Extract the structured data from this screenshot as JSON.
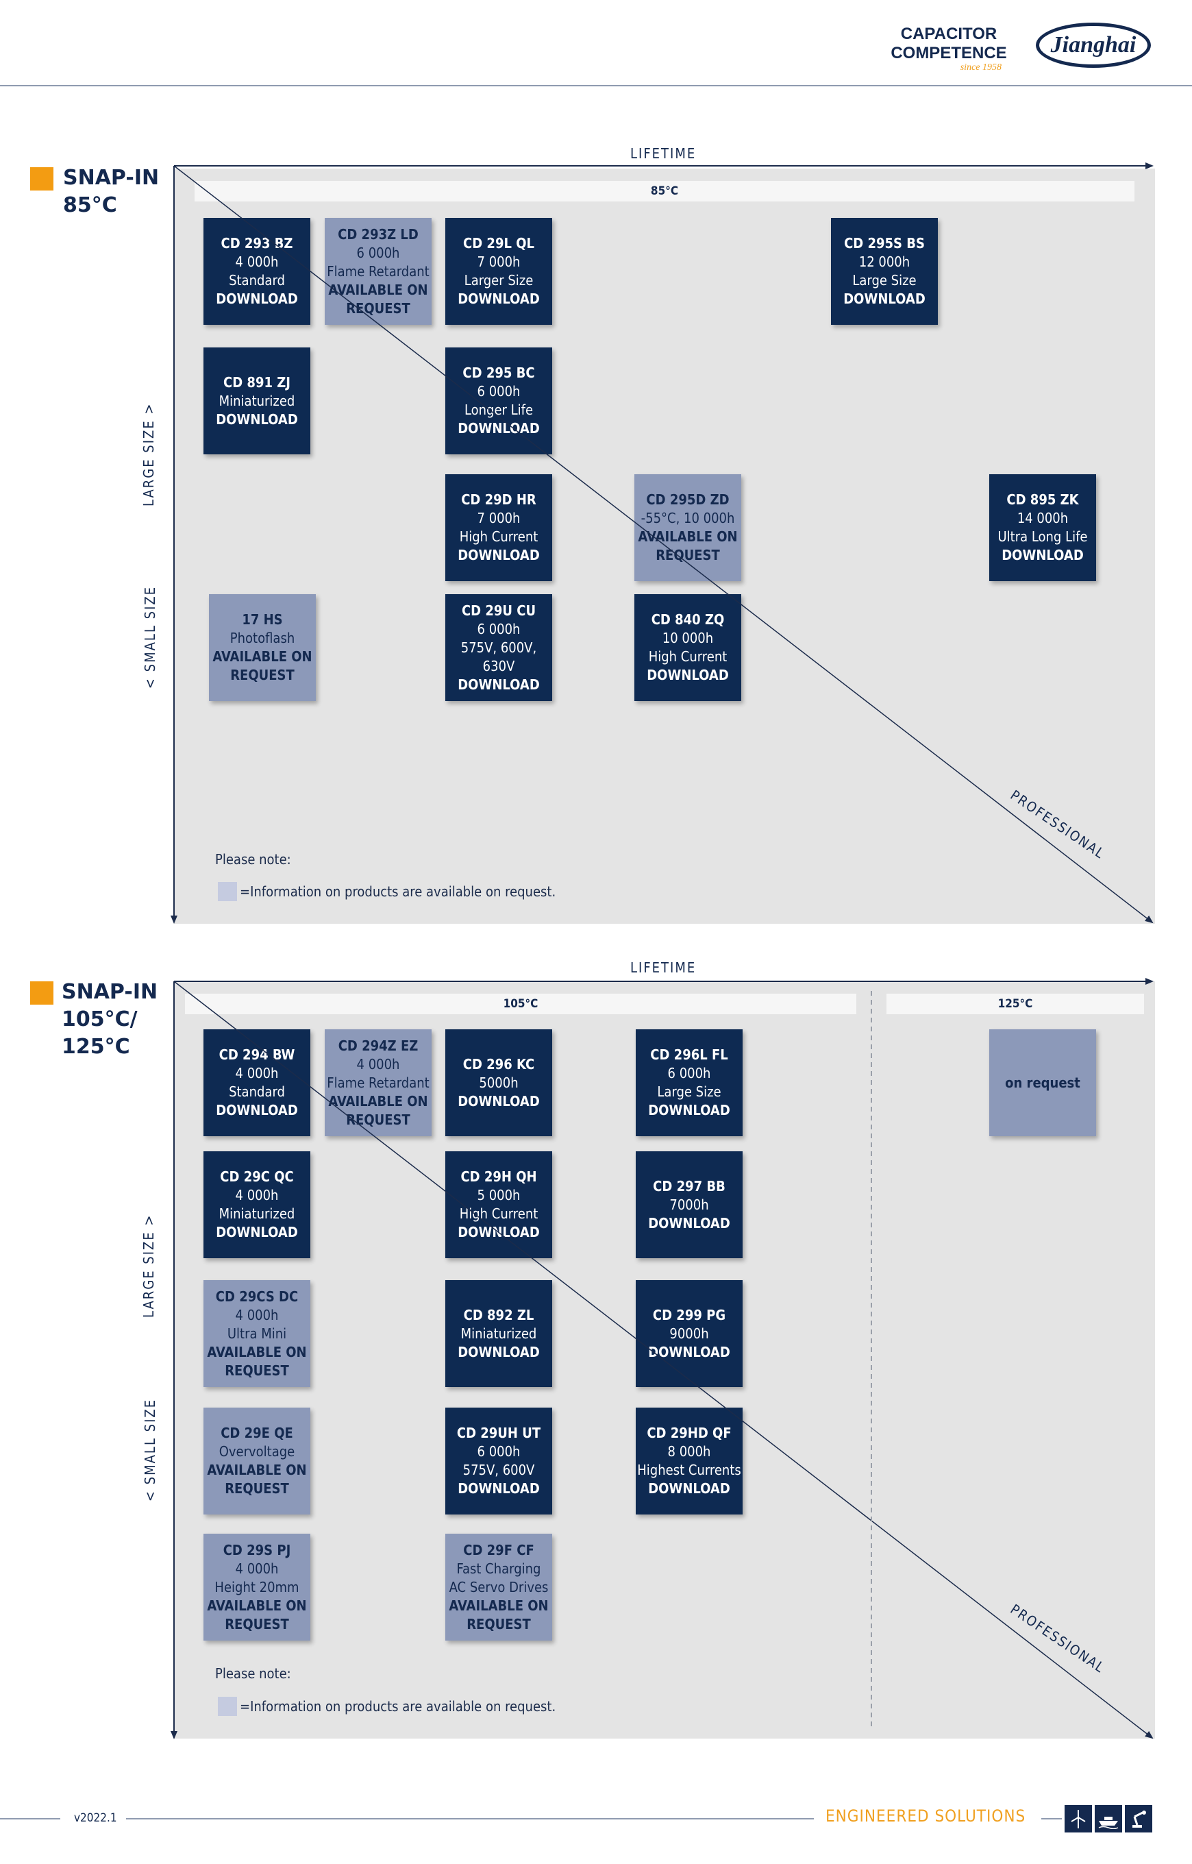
{
  "header": {
    "brand_line1": "CAPACITOR",
    "brand_line2": "COMPETENCE",
    "since": "since 1958",
    "logo_text": "Jianghai"
  },
  "sections": [
    {
      "title": "SNAP-IN\n85°C",
      "lifetime_label": "LIFETIME",
      "large_label": "LARGE  SIZE >",
      "small_label": "< SMALL SIZE",
      "professional_label": "PROFESSIONAL",
      "temps": [
        "85°C"
      ],
      "note": "Please note:",
      "legend": "=Information on products are available on request.",
      "cards": [
        {
          "style": "dark",
          "lines": [
            "CD 293 BZ",
            "4 000h",
            "Standard"
          ],
          "action": "DOWNLOAD"
        },
        {
          "style": "light",
          "lines": [
            "CD 293Z LD",
            "6 000h",
            "Flame Retardant"
          ],
          "action": "AVAILABLE ON REQUEST"
        },
        {
          "style": "dark",
          "lines": [
            "CD 29L QL",
            "7 000h",
            "Larger Size"
          ],
          "action": "DOWNLOAD"
        },
        {
          "style": "dark",
          "lines": [
            "CD 295S BS",
            "12 000h",
            "Large Size"
          ],
          "action": "DOWNLOAD"
        },
        {
          "style": "dark",
          "lines": [
            "CD 891 ZJ",
            "Miniaturized"
          ],
          "action": "DOWNLOAD"
        },
        {
          "style": "dark",
          "lines": [
            "CD 295 BC",
            "6 000h",
            "Longer Life"
          ],
          "action": "DOWNLOAD"
        },
        {
          "style": "dark",
          "lines": [
            "CD 29D HR",
            "7 000h",
            "High Current"
          ],
          "action": "DOWNLOAD"
        },
        {
          "style": "light",
          "lines": [
            "CD 295D ZD",
            "-55°C, 10 000h"
          ],
          "action": "AVAILABLE ON REQUEST"
        },
        {
          "style": "dark",
          "lines": [
            "CD 895 ZK",
            "14 000h",
            "Ultra Long Life"
          ],
          "action": "DOWNLOAD"
        },
        {
          "style": "light",
          "lines": [
            "17 HS",
            "Photoflash"
          ],
          "action": "AVAILABLE ON REQUEST"
        },
        {
          "style": "dark",
          "lines": [
            "CD 29U CU",
            "6 000h",
            "575V, 600V, 630V"
          ],
          "action": "DOWNLOAD"
        },
        {
          "style": "dark",
          "lines": [
            "CD 840 ZQ",
            "10 000h",
            "High Current"
          ],
          "action": "DOWNLOAD"
        }
      ]
    },
    {
      "title": "SNAP-IN\n105°C/\n125°C",
      "lifetime_label": "LIFETIME",
      "large_label": "LARGE  SIZE >",
      "small_label": "< SMALL SIZE",
      "professional_label": "PROFESSIONAL",
      "temps": [
        "105°C",
        "125°C"
      ],
      "note": "Please note:",
      "legend": "=Information on products are available on request.",
      "cards": [
        {
          "style": "dark",
          "lines": [
            "CD 294 BW",
            "4 000h",
            "Standard"
          ],
          "action": "DOWNLOAD"
        },
        {
          "style": "light",
          "lines": [
            "CD 294Z EZ",
            "4 000h",
            "Flame Retardant"
          ],
          "action": "AVAILABLE ON REQUEST"
        },
        {
          "style": "dark",
          "lines": [
            "CD 296 KC",
            "5000h"
          ],
          "action": "DOWNLOAD"
        },
        {
          "style": "dark",
          "lines": [
            "CD 296L FL",
            "6 000h",
            "Large Size"
          ],
          "action": "DOWNLOAD"
        },
        {
          "style": "light",
          "lines": [
            "on request"
          ],
          "action": ""
        },
        {
          "style": "dark",
          "lines": [
            "CD 29C QC",
            "4 000h",
            "Miniaturized"
          ],
          "action": "DOWNLOAD"
        },
        {
          "style": "dark",
          "lines": [
            "CD 29H QH",
            "5 000h",
            "High Current"
          ],
          "action": "DOWNLOAD"
        },
        {
          "style": "dark",
          "lines": [
            "CD 297 BB",
            "7000h"
          ],
          "action": "DOWNLOAD"
        },
        {
          "style": "light",
          "lines": [
            "CD 29CS DC",
            "4 000h",
            "Ultra Mini"
          ],
          "action": "AVAILABLE ON REQUEST"
        },
        {
          "style": "dark",
          "lines": [
            "CD 892 ZL",
            "Miniaturized"
          ],
          "action": "DOWNLOAD"
        },
        {
          "style": "dark",
          "lines": [
            "CD 299 PG",
            "9000h"
          ],
          "action": "DOWNLOAD"
        },
        {
          "style": "light",
          "lines": [
            "CD 29E QE",
            "Overvoltage"
          ],
          "action": "AVAILABLE ON REQUEST"
        },
        {
          "style": "dark",
          "lines": [
            "CD 29UH UT",
            "6 000h",
            "575V, 600V"
          ],
          "action": "DOWNLOAD"
        },
        {
          "style": "dark",
          "lines": [
            "CD 29HD QF",
            "8 000h",
            "Highest Currents"
          ],
          "action": "DOWNLOAD"
        },
        {
          "style": "light",
          "lines": [
            "CD 29S PJ",
            "4 000h",
            "Height 20mm"
          ],
          "action": "AVAILABLE ON REQUEST"
        },
        {
          "style": "light",
          "lines": [
            "CD 29F CF",
            "Fast Charging",
            "AC Servo Drives"
          ],
          "action": "AVAILABLE ON REQUEST"
        }
      ]
    }
  ],
  "footer": {
    "version": "v2022.1",
    "tagline": "ENGINEERED SOLUTIONS",
    "icons": [
      "wind-turbine-icon",
      "ship-icon",
      "robot-arm-icon"
    ]
  },
  "colors": {
    "navy": "#0e2a52",
    "request": "#8c99b9",
    "accent": "#f39c12",
    "plot": "#e4e4e4"
  }
}
